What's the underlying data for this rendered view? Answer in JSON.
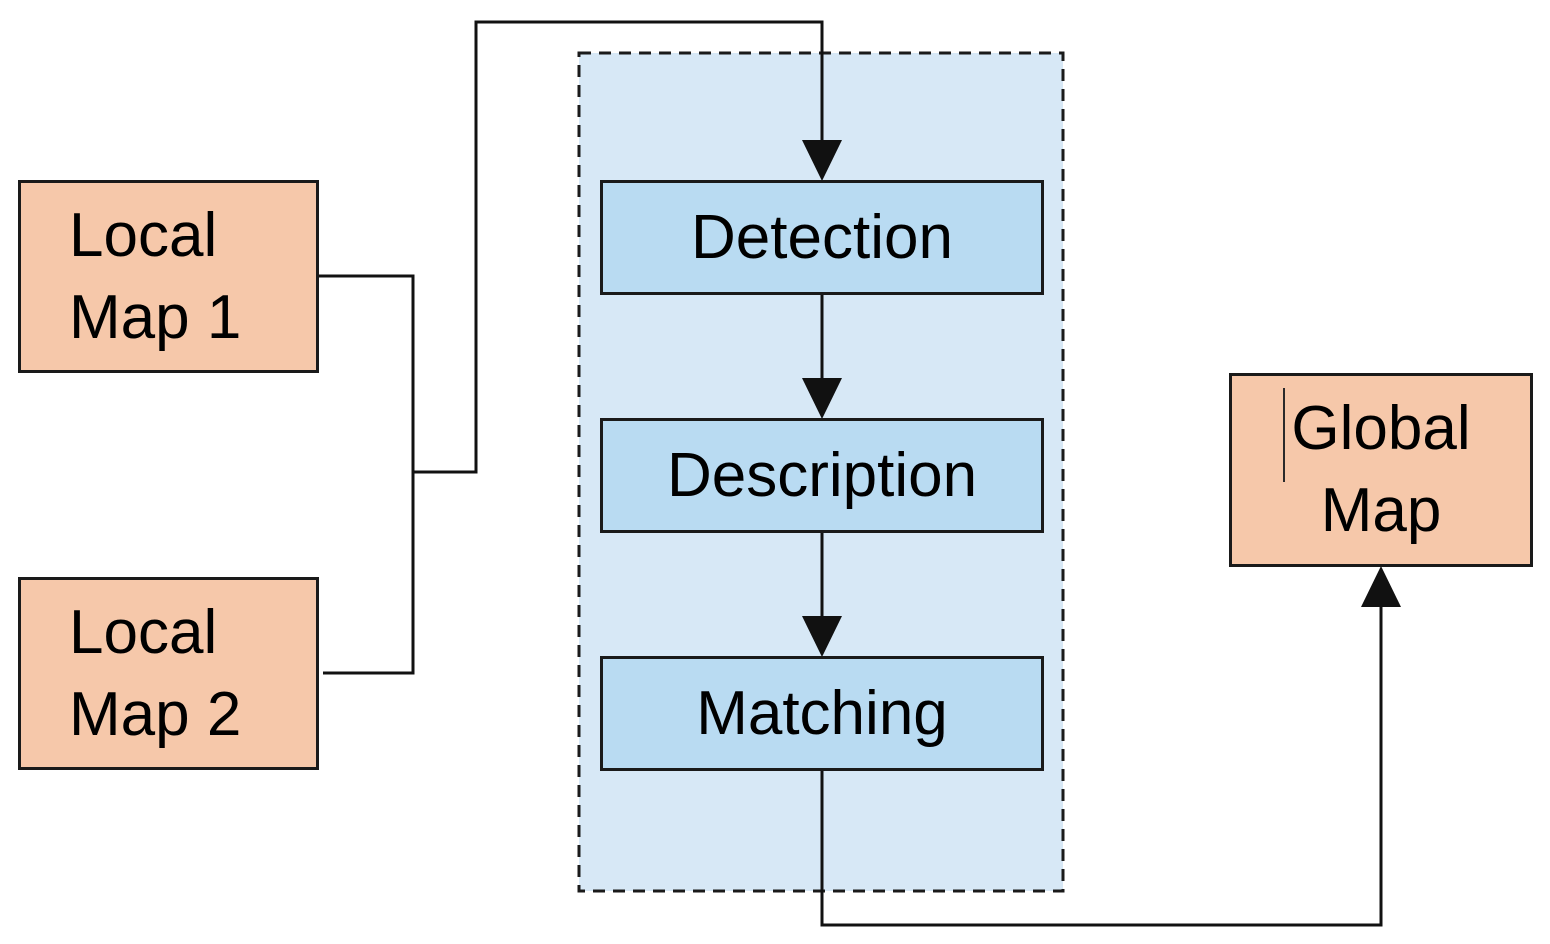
{
  "colors": {
    "map_box": "#f6c8aa",
    "pipeline_group": "#d7e8f6",
    "stage_box": "#b9dbf2",
    "stroke": "#1a1a1a"
  },
  "inputs": {
    "local_map_1": {
      "line1": "Local",
      "line2": "Map 1"
    },
    "local_map_2": {
      "line1": "Local",
      "line2": "Map 2"
    }
  },
  "pipeline": {
    "stages": [
      "Detection",
      "Description",
      "Matching"
    ]
  },
  "output": {
    "global_map": {
      "line1": "Global",
      "line2": "Map"
    }
  }
}
